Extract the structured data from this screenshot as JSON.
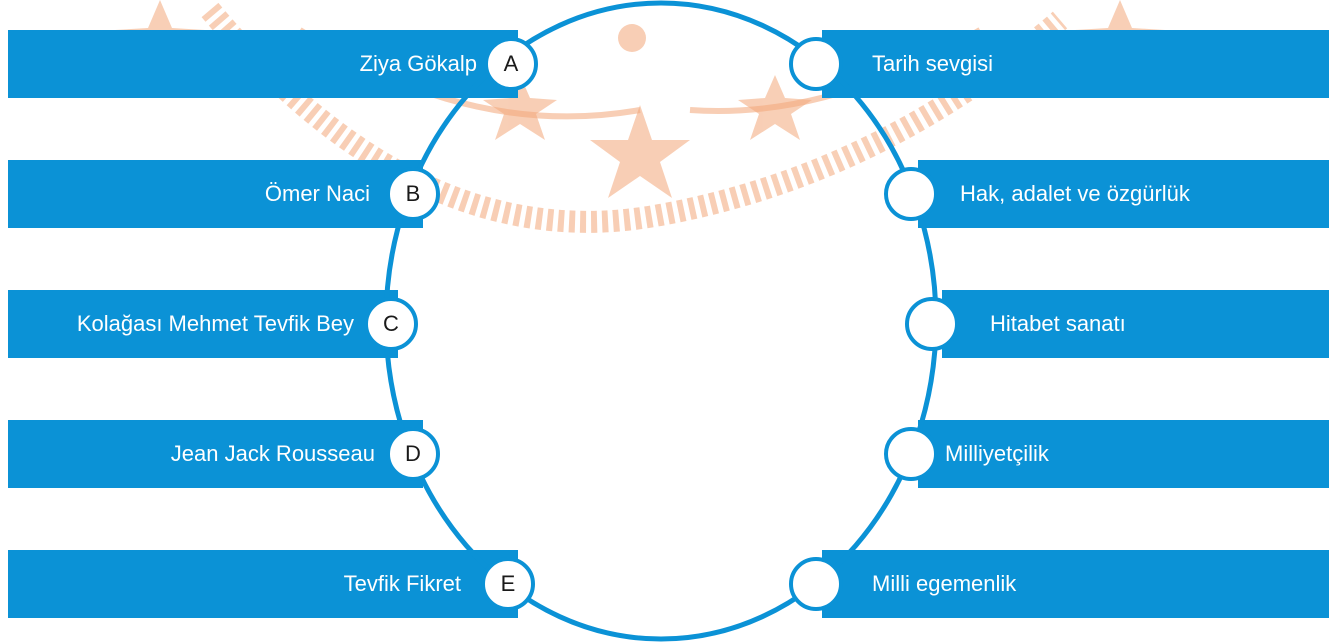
{
  "colors": {
    "bar_blue": "#0b92d6",
    "circle_white": "#ffffff",
    "letter_dark": "#1a1a1a",
    "watermark_orange": "#f3a77a"
  },
  "watermark": {
    "type": "emblem-with-stars-and-rope-border"
  },
  "left_items": [
    {
      "label": "Ziya Gökalp",
      "letter": "A"
    },
    {
      "label": "Ömer Naci",
      "letter": "B"
    },
    {
      "label": "Kolağası Mehmet Tevfik Bey",
      "letter": "C"
    },
    {
      "label": "Jean Jack Rousseau",
      "letter": "D"
    },
    {
      "label": "Tevfik Fikret",
      "letter": "E"
    }
  ],
  "right_items": [
    {
      "label": "Tarih sevgisi",
      "answer": ""
    },
    {
      "label": "Hak, adalet ve özgürlük",
      "answer": ""
    },
    {
      "label": "Hitabet sanatı",
      "answer": ""
    },
    {
      "label": "Milliyetçilik",
      "answer": ""
    },
    {
      "label": "Milli egemenlik",
      "answer": ""
    }
  ]
}
